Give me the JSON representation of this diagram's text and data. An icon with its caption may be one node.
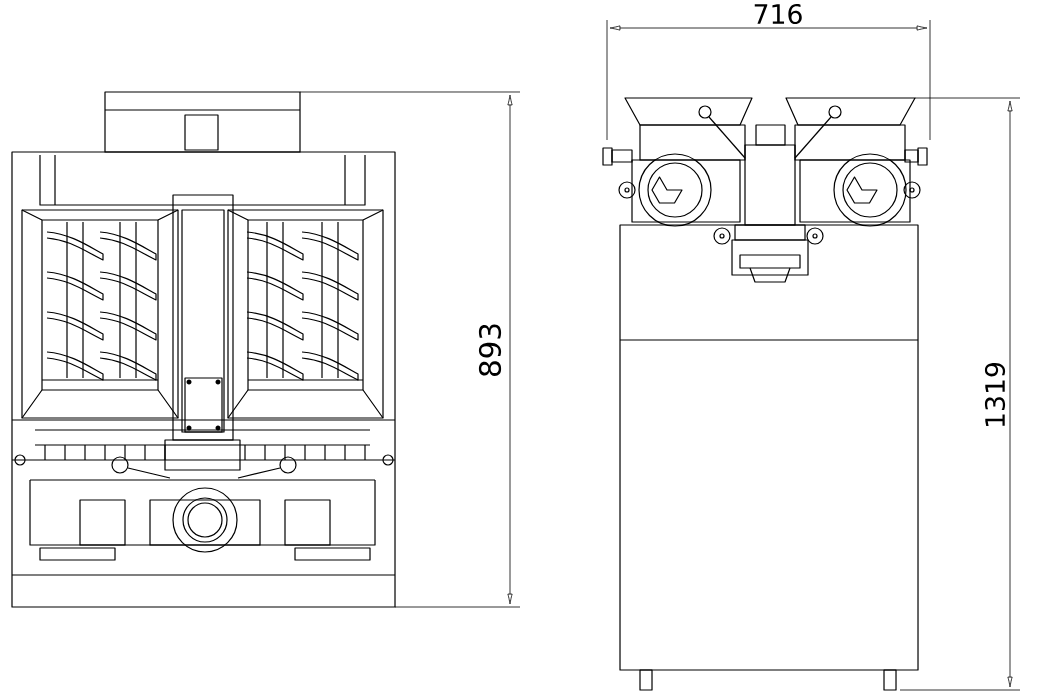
{
  "diagram": {
    "labels": [
      "716",
      "893",
      "1319"
    ]
  }
}
